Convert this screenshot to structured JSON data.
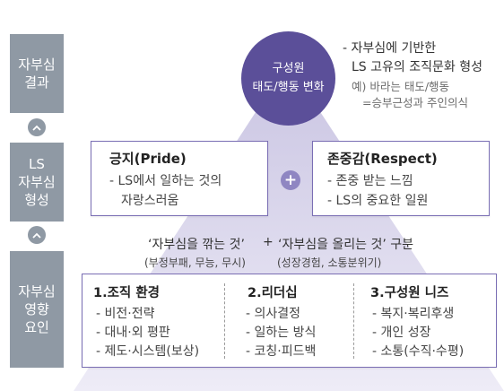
{
  "left_labels": [
    {
      "lines": [
        "자부심",
        "결과"
      ]
    },
    {
      "lines": [
        "LS",
        "자부심",
        "형성"
      ]
    },
    {
      "lines": [
        "자부심",
        "영향",
        "요인"
      ]
    }
  ],
  "icons": {
    "chevron": "chevron-up-icon",
    "plus": "plus-icon"
  },
  "circle": {
    "line1": "구성원",
    "line2": "태도/행동 변화"
  },
  "notes": {
    "line1": "- 자부심에 기반한",
    "line2": "LS 고유의 조직문화 형성",
    "example1": "예) 바라는 태도/행동",
    "example2": "=승부근성과 주인의식"
  },
  "pride": {
    "title": "긍지(Pride)",
    "line1": "- LS에서 일하는 것의",
    "line2": "자랑스러움"
  },
  "respect": {
    "title": "존중감(Respect)",
    "line1": "- 존중 받는 느낌",
    "line2": "- LS의 중요한 일원"
  },
  "plus_symbol": "+",
  "middle": {
    "left": "‘자부심을 깎는 것’",
    "plus": "+",
    "right": "‘자부심을 올리는 것’ 구분",
    "left_sub": "(부정부패, 무능, 무시)",
    "right_sub": "(성장경험, 소통분위기)"
  },
  "factors": [
    {
      "title": "1.조직 환경",
      "items": [
        "- 비전·전략",
        "- 대내·외 평판",
        "- 제도·시스템(보상)"
      ]
    },
    {
      "title": "2.리더십",
      "items": [
        "- 의사결정",
        "- 일하는 방식",
        "- 코칭·피드백"
      ]
    },
    {
      "title": "3.구성원 니즈",
      "items": [
        "- 복지·복리후생",
        "- 개인 성장",
        "- 소통(수직·수평)"
      ]
    }
  ],
  "colors": {
    "accent": "#5b4f99",
    "side": "#8f99a4",
    "border": "#7a6eb4"
  }
}
